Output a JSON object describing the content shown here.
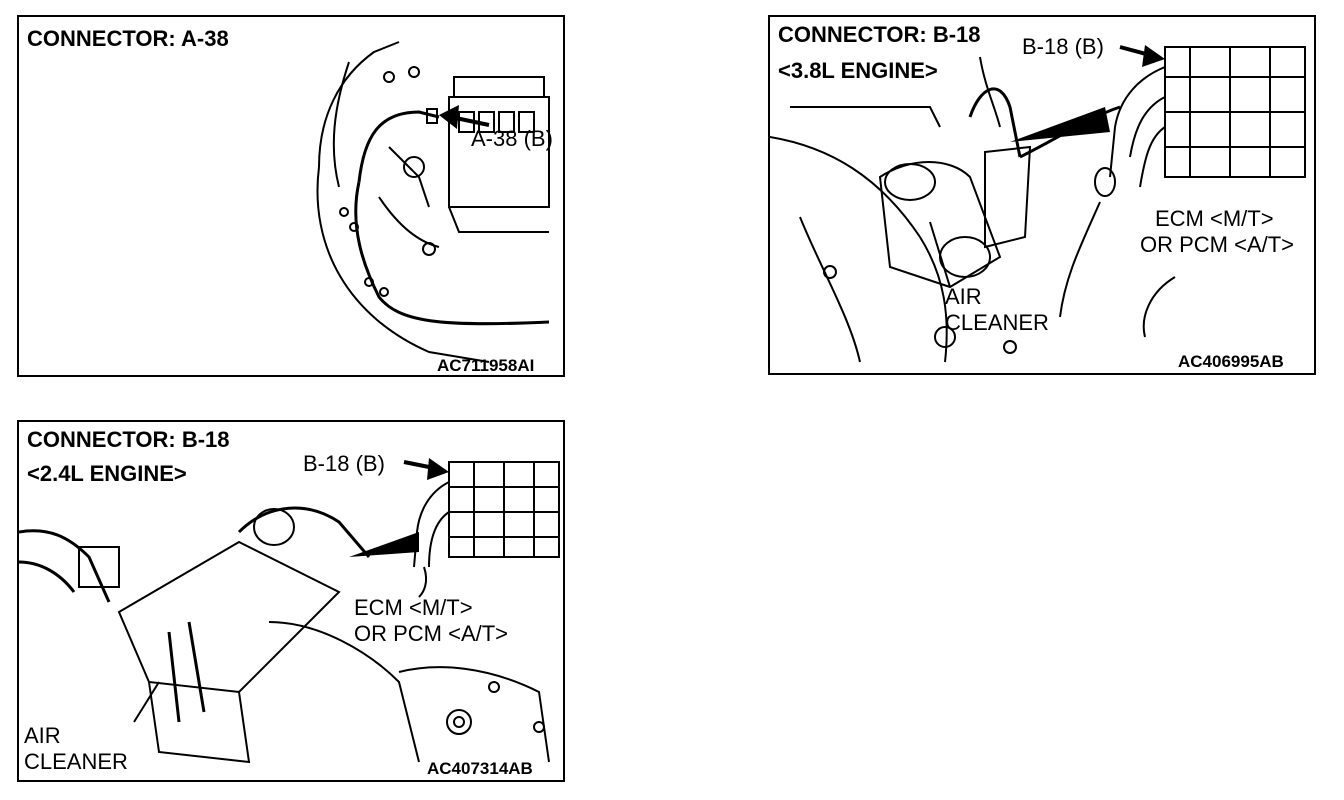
{
  "panels": [
    {
      "title": "CONNECTOR: A-38",
      "callout": "A-38 (B)",
      "figure_code": "AC711958AI"
    },
    {
      "title": "CONNECTOR: B-18",
      "engine": "<3.8L ENGINE>",
      "callout": "B-18 (B)",
      "ecm_line1": "ECM <M/T>",
      "ecm_line2": "OR PCM <A/T>",
      "air_line1": "AIR",
      "air_line2": "CLEANER",
      "figure_code": "AC406995AB"
    },
    {
      "title": "CONNECTOR: B-18",
      "engine": "<2.4L ENGINE>",
      "callout": "B-18 (B)",
      "ecm_line1": "ECM <M/T>",
      "ecm_line2": "OR PCM <A/T>",
      "air_line1": "AIR",
      "air_line2": "CLEANER",
      "figure_code": "AC407314AB"
    }
  ]
}
